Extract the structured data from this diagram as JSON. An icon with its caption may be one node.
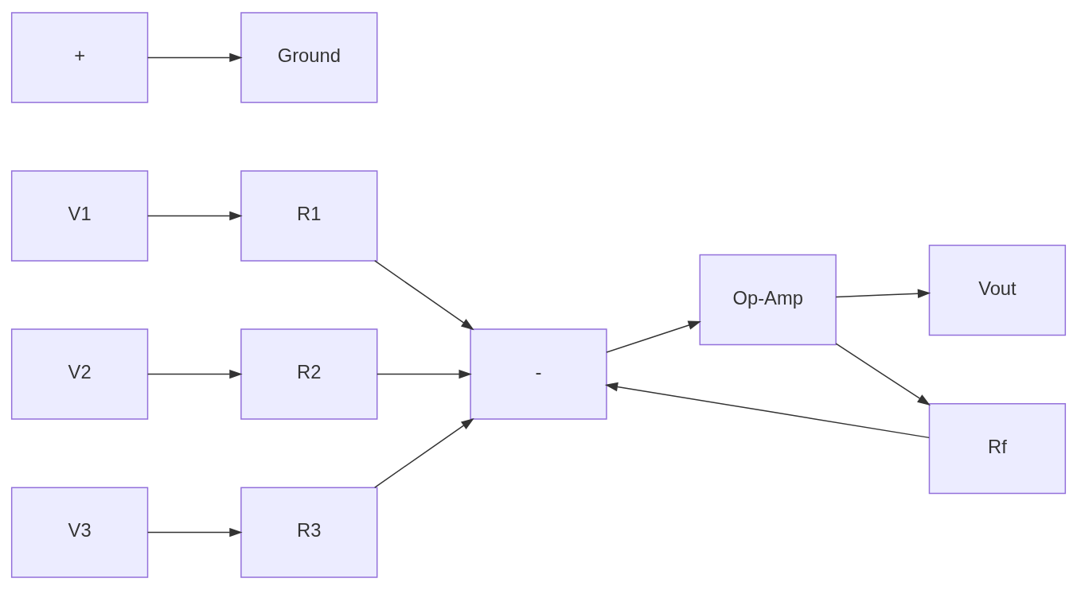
{
  "diagram": {
    "nodes": [
      {
        "text": [
          "V1"
        ]
      },
      {
        "text": [
          "R1"
        ]
      },
      {
        "text": [
          "V2"
        ]
      },
      {
        "text": [
          "R2"
        ]
      },
      {
        "text": [
          "V3"
        ]
      },
      {
        "text": [
          "R3"
        ]
      },
      {
        "text": [
          "-"
        ]
      },
      {
        "text": [
          "Op-Amp"
        ]
      },
      {
        "text": [
          "Vout"
        ]
      },
      {
        "text": [
          "Rf"
        ]
      },
      {
        "text": [
          "+"
        ]
      },
      {
        "text": [
          "Ground"
        ]
      }
    ],
    "edges": [
      {
        "from": 0,
        "to": 1,
        "arrow": "to"
      },
      {
        "from": 1,
        "to": 6,
        "arrow": "to"
      },
      {
        "from": 2,
        "to": 3,
        "arrow": "to"
      },
      {
        "from": 3,
        "to": 6,
        "arrow": "to"
      },
      {
        "from": 4,
        "to": 5,
        "arrow": "to"
      },
      {
        "from": 5,
        "to": 6,
        "arrow": "to"
      },
      {
        "from": 6,
        "to": 7,
        "arrow": "to"
      },
      {
        "from": 7,
        "to": 8,
        "arrow": "to"
      },
      {
        "from": 7,
        "to": 9,
        "arrow": "to"
      },
      {
        "from": 9,
        "to": 6,
        "arrow": "to"
      },
      {
        "from": 10,
        "to": 11,
        "arrow": "to"
      }
    ]
  }
}
